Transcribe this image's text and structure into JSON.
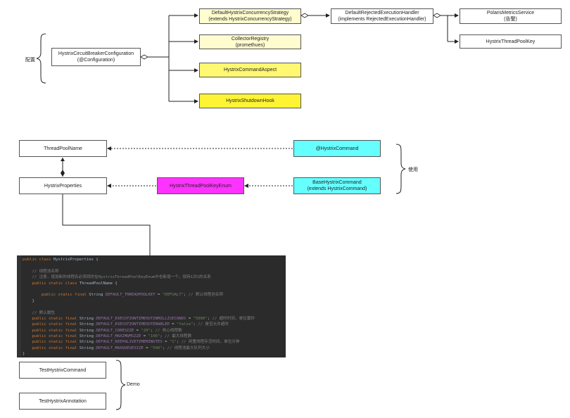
{
  "section_labels": {
    "config": "配置",
    "usage": "使用",
    "demo": "Demo"
  },
  "top": {
    "config_class": [
      "HystrixCircuitBreakerConfiguration",
      "(@Configuration)"
    ],
    "strategy": [
      "DefaultHystrixConcurrencyStrategy",
      "(extends HystrixConcurrencyStrategy)"
    ],
    "collector": [
      "CollectorRegistry",
      "(promethues)"
    ],
    "aspect": [
      "HystrixCommandAspect"
    ],
    "shutdown": [
      "HystrixShutdownHook"
    ],
    "rejected": [
      "DefaultRejectedExecutionHandler",
      "(implements RejectedExecutionHandler)"
    ],
    "polaris": [
      "PolarisMetricsService",
      "(告警)"
    ],
    "poolkey": [
      "HystrixThreadPoolKey"
    ]
  },
  "middle": {
    "thread_pool_name": "ThreadPoolName",
    "hystrix_properties": "HystrixProperties",
    "annotation": "@HystrixCommand",
    "key_enum": "HystrixThreadPoolKeyEnum",
    "base_command": [
      "BaseHystrixCommand",
      "(extends HystrixCommand)"
    ]
  },
  "code_lines": [
    [
      {
        "t": "public class ",
        "c": "kw"
      },
      {
        "t": "HystrixProperties {",
        "c": "tx"
      }
    ],
    [],
    [
      {
        "t": "    // 线程池名称",
        "c": "cm"
      }
    ],
    [
      {
        "t": "    // 注意，增加新的线程名必须同时在HystrixThreadPoolKeyEnum中也新增一个，保持1对1的关系",
        "c": "cm"
      }
    ],
    [
      {
        "t": "    public static class ",
        "c": "kw"
      },
      {
        "t": "ThreadPoolName {",
        "c": "tx"
      }
    ],
    [],
    [
      {
        "t": "        public static final ",
        "c": "kw"
      },
      {
        "t": "String ",
        "c": "tx"
      },
      {
        "t": "DEFAULT_THREADPOOLKEY",
        "c": "cn"
      },
      {
        "t": " = ",
        "c": "tx"
      },
      {
        "t": "\"DEFUALT\"",
        "c": "st"
      },
      {
        "t": "; ",
        "c": "tx"
      },
      {
        "t": "// 默认线程池名称",
        "c": "cm"
      }
    ],
    [
      {
        "t": "    }",
        "c": "tx"
      }
    ],
    [],
    [
      {
        "t": "    // 默认属性",
        "c": "cm"
      }
    ],
    [
      {
        "t": "    public static final ",
        "c": "kw"
      },
      {
        "t": "String ",
        "c": "tx"
      },
      {
        "t": "DEFAULT_EXECUTIONTIMEOUTINMILLISECONDS",
        "c": "cn"
      },
      {
        "t": " = ",
        "c": "tx"
      },
      {
        "t": "\"5000\"",
        "c": "st"
      },
      {
        "t": "; ",
        "c": "tx"
      },
      {
        "t": "// 超时时间，单位毫秒",
        "c": "cm"
      }
    ],
    [
      {
        "t": "    public static final ",
        "c": "kw"
      },
      {
        "t": "String ",
        "c": "tx"
      },
      {
        "t": "DEFAULT_EXECUTIONTIMEOUTENABLED",
        "c": "cn"
      },
      {
        "t": " = ",
        "c": "tx"
      },
      {
        "t": "\"false\"",
        "c": "st"
      },
      {
        "t": "; ",
        "c": "tx"
      },
      {
        "t": "// 是否允许超时",
        "c": "cm"
      }
    ],
    [
      {
        "t": "    public static final ",
        "c": "kw"
      },
      {
        "t": "String ",
        "c": "tx"
      },
      {
        "t": "DEFAULT_CORESIZE",
        "c": "cn"
      },
      {
        "t": " = ",
        "c": "tx"
      },
      {
        "t": "\"20\"",
        "c": "st"
      },
      {
        "t": "; ",
        "c": "tx"
      },
      {
        "t": "// 核心线程数",
        "c": "cm"
      }
    ],
    [
      {
        "t": "    public static final ",
        "c": "kw"
      },
      {
        "t": "String ",
        "c": "tx"
      },
      {
        "t": "DEFAULT_MAXIMUMSIZE",
        "c": "cn"
      },
      {
        "t": " = ",
        "c": "tx"
      },
      {
        "t": "\"100\"",
        "c": "st"
      },
      {
        "t": "; ",
        "c": "tx"
      },
      {
        "t": "// 最大线程数",
        "c": "cm"
      }
    ],
    [
      {
        "t": "    public static final ",
        "c": "kw"
      },
      {
        "t": "String ",
        "c": "tx"
      },
      {
        "t": "DEFAULT_KEEPALIVETIMEMINUTES",
        "c": "cn"
      },
      {
        "t": " = ",
        "c": "tx"
      },
      {
        "t": "\"1\"",
        "c": "st"
      },
      {
        "t": "; ",
        "c": "tx"
      },
      {
        "t": "// 闲置线程存活时间，单位分钟",
        "c": "cm"
      }
    ],
    [
      {
        "t": "    public static final ",
        "c": "kw"
      },
      {
        "t": "String ",
        "c": "tx"
      },
      {
        "t": "DEFAULT_MAXQUEUESIZE",
        "c": "cn"
      },
      {
        "t": " = ",
        "c": "tx"
      },
      {
        "t": "\"500\"",
        "c": "st"
      },
      {
        "t": "; ",
        "c": "tx"
      },
      {
        "t": "// 线程池最大队列大小",
        "c": "cm"
      }
    ],
    [
      {
        "t": "}",
        "c": "tx"
      }
    ]
  ],
  "code_colors": {
    "kw": "#cc7832",
    "tx": "#a9b7c6",
    "cn": "#9876aa",
    "st": "#6a8759",
    "cm": "#808080"
  },
  "demo": {
    "test_command": "TestHystrixCommand",
    "test_annotation": "TestHystrixAnnotation"
  },
  "colors": {
    "yellow_light": "#fffccf",
    "yellow": "#fff870",
    "yellow_strong": "#fff433",
    "cyan": "#66ffff",
    "magenta": "#ff33ff"
  }
}
